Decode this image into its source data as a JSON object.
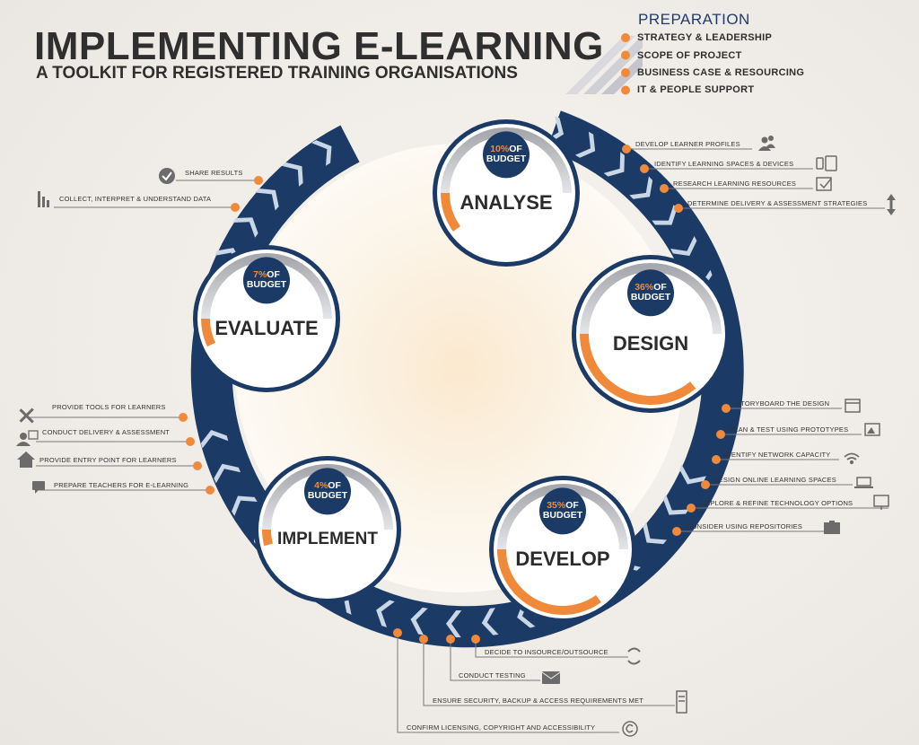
{
  "header": {
    "title": "IMPLEMENTING E-LEARNING",
    "subtitle": "A TOOLKIT FOR REGISTERED TRAINING ORGANISATIONS"
  },
  "preparation": {
    "title": "PREPARATION",
    "items": [
      "STRATEGY & LEADERSHIP",
      "SCOPE OF PROJECT",
      "BUSINESS CASE & RESOURCING",
      "IT & PEOPLE SUPPORT"
    ]
  },
  "budget_word": "OF",
  "budget_word2": "BUDGET",
  "stages": [
    {
      "name": "ANALYSE",
      "percent": "10%",
      "fraction": 0.1
    },
    {
      "name": "DESIGN",
      "percent": "36%",
      "fraction": 0.36
    },
    {
      "name": "DEVELOP",
      "percent": "35%",
      "fraction": 0.35
    },
    {
      "name": "IMPLEMENT",
      "percent": "4%",
      "fraction": 0.04
    },
    {
      "name": "EVALUATE",
      "percent": "7%",
      "fraction": 0.07
    }
  ],
  "analyse_tasks": [
    "DEVELOP LEARNER PROFILES",
    "IDENTIFY LEARNING SPACES & DEVICES",
    "RESEARCH LEARNING RESOURCES",
    "DETERMINE DELIVERY & ASSESSMENT STRATEGIES"
  ],
  "design_tasks": [
    "STORYBOARD THE DESIGN",
    "PLAN & TEST USING PROTOTYPES",
    "IDENTIFY NETWORK CAPACITY",
    "DESIGN ONLINE LEARNING SPACES",
    "EXPLORE & REFINE TECHNOLOGY OPTIONS",
    "CONSIDER USING REPOSITORIES"
  ],
  "develop_tasks": [
    "DECIDE TO INSOURCE/OUTSOURCE",
    "CONDUCT TESTING",
    "ENSURE SECURITY, BACKUP & ACCESS REQUIREMENTS MET",
    "CONFIRM LICENSING, COPYRIGHT AND ACCESSIBILITY"
  ],
  "implement_tasks": [
    "PROVIDE TOOLS FOR LEARNERS",
    "CONDUCT DELIVERY & ASSESSMENT",
    "PROVIDE ENTRY POINT FOR LEARNERS",
    "PREPARE TEACHERS FOR E-LEARNING"
  ],
  "evaluate_tasks": [
    "SHARE RESULTS",
    "COLLECT, INTERPRET & UNDERSTAND DATA"
  ],
  "colors": {
    "navy": "#1c3a66",
    "chevron": "#c9d6e6",
    "orange": "#f08a3a",
    "text": "#333333"
  }
}
